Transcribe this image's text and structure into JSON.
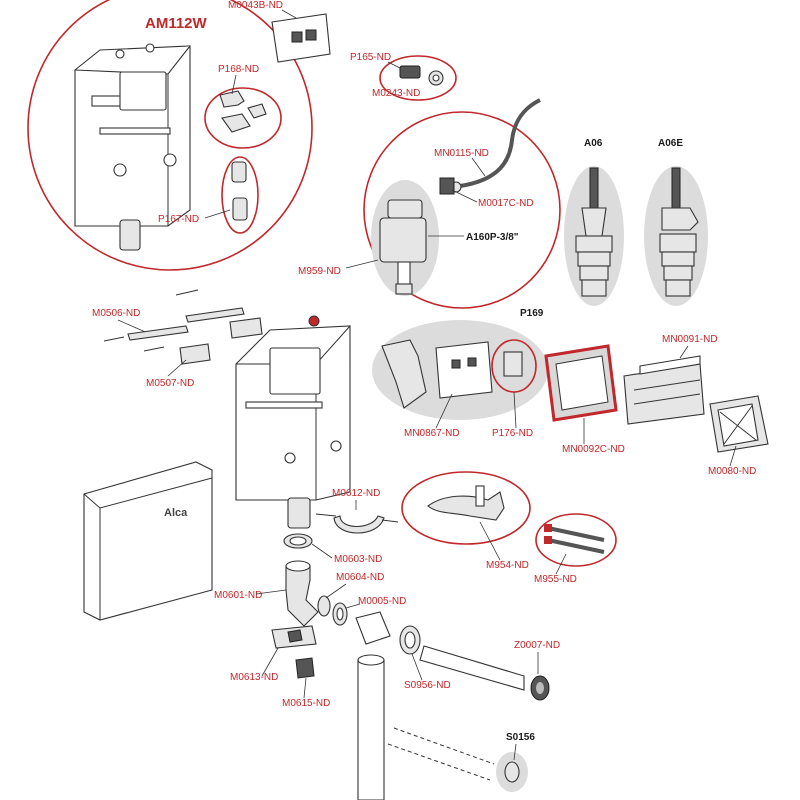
{
  "brand": "Alca",
  "title": "AM112W",
  "labels": {
    "m0043b": "M0043B-ND",
    "p165": "P165-ND",
    "m0243": "M0243-ND",
    "p168": "P168-ND",
    "p167": "P167-ND",
    "mn0115": "MN0115-ND",
    "m0017c": "M0017C-ND",
    "a160p": "A160P-3/8\"",
    "m959": "M959-ND",
    "a06": "A06",
    "a06e": "A06E",
    "m0506": "M0506-ND",
    "m0507": "M0507-ND",
    "p169": "P169",
    "mn0091": "MN0091-ND",
    "mn0867": "MN0867-ND",
    "p176": "P176-ND",
    "mn0092c": "MN0092C-ND",
    "m0080": "M0080-ND",
    "m0612": "M0612-ND",
    "m954": "M954-ND",
    "m955": "M955-ND",
    "m0603": "M0603-ND",
    "m0604": "M0604-ND",
    "m0601": "M0601-ND",
    "m0005": "M0005-ND",
    "z0007": "Z0007-ND",
    "m0613": "M0613-ND",
    "s0956": "S0956-ND",
    "m0615": "M0615-ND",
    "s0156": "S0156"
  },
  "colors": {
    "accent": "#c0282b",
    "part_fill": "#e6e6e6",
    "highlight_bg": "#dcdcdc",
    "line": "#333333"
  }
}
